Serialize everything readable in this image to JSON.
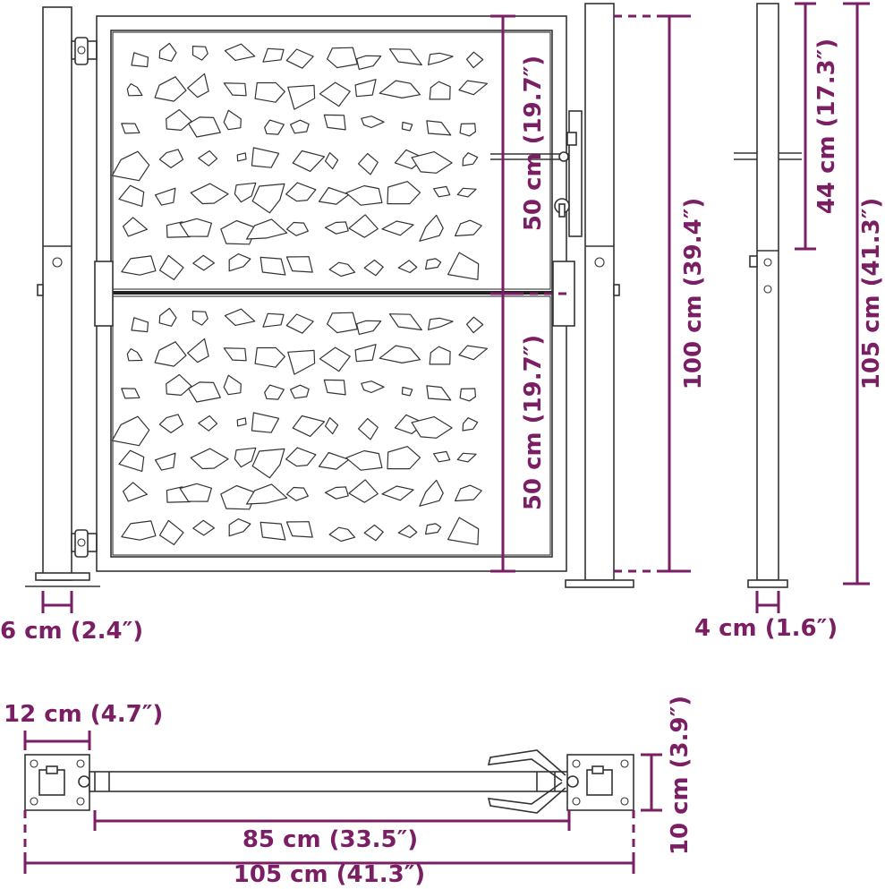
{
  "colors": {
    "dimension": "#7a1f64",
    "line": "#333333",
    "background": "#ffffff"
  },
  "labels": {
    "upper_panel": "50 cm (19.7″)",
    "lower_panel": "50 cm (19.7″)",
    "gate_height": "100 cm (39.4″)",
    "post_height": "105 cm (41.3″)",
    "side_top": "44 cm (17.3″)",
    "post_width_front": "6 cm (2.4″)",
    "post_width_side": "4 cm (1.6″)",
    "plate_width": "12 cm (4.7″)",
    "plate_depth": "10 cm (3.9″)",
    "gate_width": "85 cm (33.5″)",
    "total_width": "105 cm (41.3″)"
  }
}
